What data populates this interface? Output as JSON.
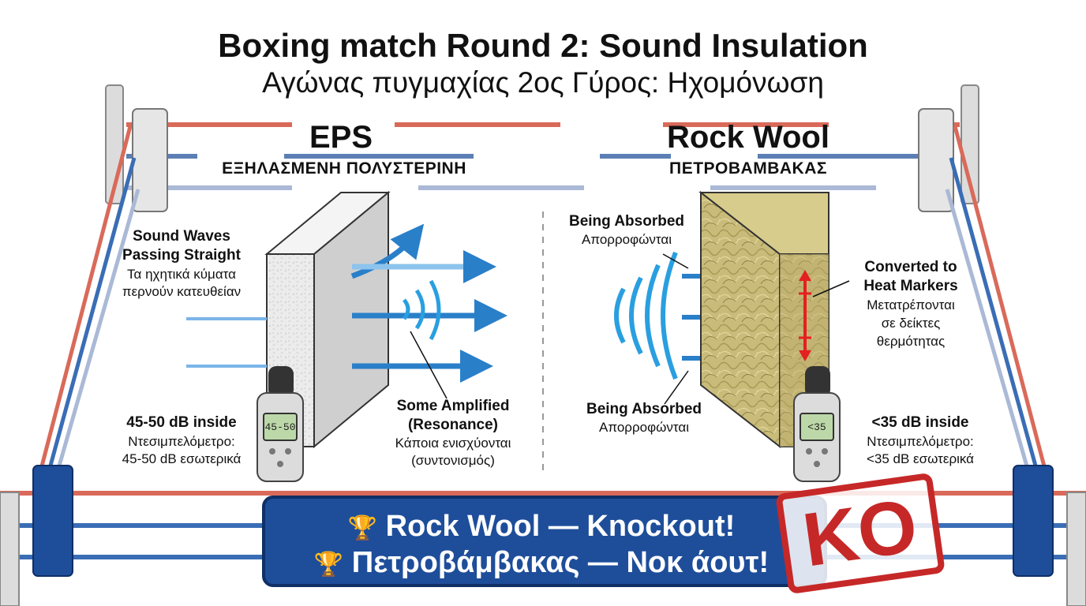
{
  "title": {
    "line1": "Boxing match Round 2: Sound Insulation",
    "line2": "Αγώνας πυγμαχίας 2ος Γύρος: Ηχομόνωση"
  },
  "eps": {
    "name": "EPS",
    "greek": "ΕΞΗΛΑΣΜΕΝΗ ΠΟΛΥΣΤΕΡΙΝΗ",
    "waves_en_1": "Sound Waves",
    "waves_en_2": "Passing Straight",
    "waves_gr_1": "Τα ηχητικά κύματα",
    "waves_gr_2": "περνούν κατευθείαν",
    "reading_en": "45-50 dB inside",
    "reading_gr_1": "Ντεσιμπελόμετρο:",
    "reading_gr_2": "45-50 dB εσωτερικά",
    "meter_display": "45-50",
    "amp_en_1": "Some Amplified",
    "amp_en_2": "(Resonance)",
    "amp_gr_1": "Κάποια ενισχύονται",
    "amp_gr_2": "(συντονισμός)"
  },
  "rockwool": {
    "name": "Rock Wool",
    "greek": "ΠΕΤΡΟΒΑΜΒΑΚΑΣ",
    "absorbed_top_en": "Being Absorbed",
    "absorbed_top_gr": "Απορροφώνται",
    "absorbed_bottom_en": "Being Absorbed",
    "absorbed_bottom_gr": "Απορροφώνται",
    "heat_en_1": "Converted to",
    "heat_en_2": "Heat Markers",
    "heat_gr_1": "Μετατρέπονται",
    "heat_gr_2": "σε δείκτες",
    "heat_gr_3": "θερμότητας",
    "reading_en": "<35 dB inside",
    "reading_gr_1": "Ντεσιμπελόμετρο:",
    "reading_gr_2": "<35 dB εσωτερικά",
    "meter_display": "<35"
  },
  "banner": {
    "line1": "Rock Wool — Knockout!",
    "line2": "Πετροβάμβακας — Νοκ άουτ!",
    "trophy": "🏆"
  },
  "stamp": {
    "text": "KO"
  },
  "icons": {
    "trophy": "trophy-icon",
    "meter": "sound-level-meter-icon"
  },
  "colors": {
    "title": "#111111",
    "banner": "#1e4e9a",
    "arrow": "#2a7fc9",
    "rope_red": "#d96a5a",
    "rope_blue": "#3a6db5",
    "stamp": "#c62828"
  }
}
